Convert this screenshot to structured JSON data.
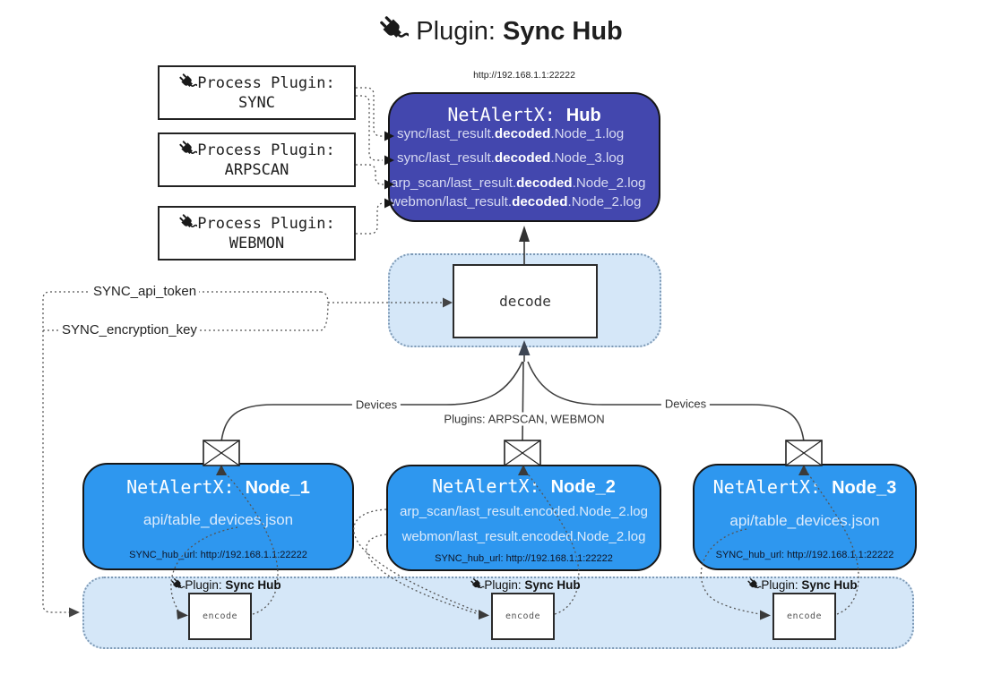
{
  "title": {
    "prefix": "Plugin: ",
    "bold": "Sync Hub"
  },
  "icons": {
    "plug": "plug-icon (power plug glyph)",
    "envelope": "envelope-icon"
  },
  "colors": {
    "hub": "#4347ae",
    "node": "#2e97ef",
    "panel": "#d5e7f8",
    "connector": "#555555"
  },
  "process_plugins": [
    {
      "line1": "Process Plugin:",
      "name": "SYNC"
    },
    {
      "line1": "Process Plugin:",
      "name": "ARPSCAN"
    },
    {
      "line1": "Process Plugin:",
      "name": "WEBMON"
    }
  ],
  "hub": {
    "url": "http://192.168.1.1:22222",
    "title_prefix": "NetAlertX: ",
    "title_name": "Hub",
    "lines": [
      {
        "prefix": "sync/last_result.",
        "bold": "decoded",
        "suffix": ".Node_1.log"
      },
      {
        "prefix": "sync/last_result.",
        "bold": "decoded",
        "suffix": ".Node_3.log"
      },
      {
        "prefix": "arp_scan/last_result.",
        "bold": "decoded",
        "suffix": ".Node_2.log"
      },
      {
        "prefix": "webmon/last_result.",
        "bold": "decoded",
        "suffix": ".Node_2.log"
      }
    ]
  },
  "decode": {
    "label": "decode"
  },
  "secrets": {
    "api_token": "SYNC_api_token",
    "encryption_key": "SYNC_encryption_key"
  },
  "edges": {
    "devices_left": "Devices",
    "plugins_center": "Plugins: ARPSCAN, WEBMON",
    "devices_right": "Devices"
  },
  "nodes": [
    {
      "title_prefix": "NetAlertX: ",
      "name": "Node_1",
      "lines": [
        "api/table_devices.json"
      ],
      "footer": "SYNC_hub_url: http://192.168.1.1:22222"
    },
    {
      "title_prefix": "NetAlertX: ",
      "name": "Node_2",
      "lines": [
        "arp_scan/last_result.encoded.Node_2.log",
        "webmon/last_result.encoded.Node_2.log"
      ],
      "footer": "SYNC_hub_url: http://192.168.1.1:22222"
    },
    {
      "title_prefix": "NetAlertX: ",
      "name": "Node_3",
      "lines": [
        "api/table_devices.json"
      ],
      "footer": "SYNC_hub_url: http://192.168.1.1:22222"
    }
  ],
  "encoders": [
    {
      "label_prefix": "Plugin: ",
      "label_bold": "Sync Hub",
      "box": "encode"
    },
    {
      "label_prefix": "Plugin: ",
      "label_bold": "Sync Hub",
      "box": "encode"
    },
    {
      "label_prefix": "Plugin: ",
      "label_bold": "Sync Hub",
      "box": "encode"
    }
  ]
}
